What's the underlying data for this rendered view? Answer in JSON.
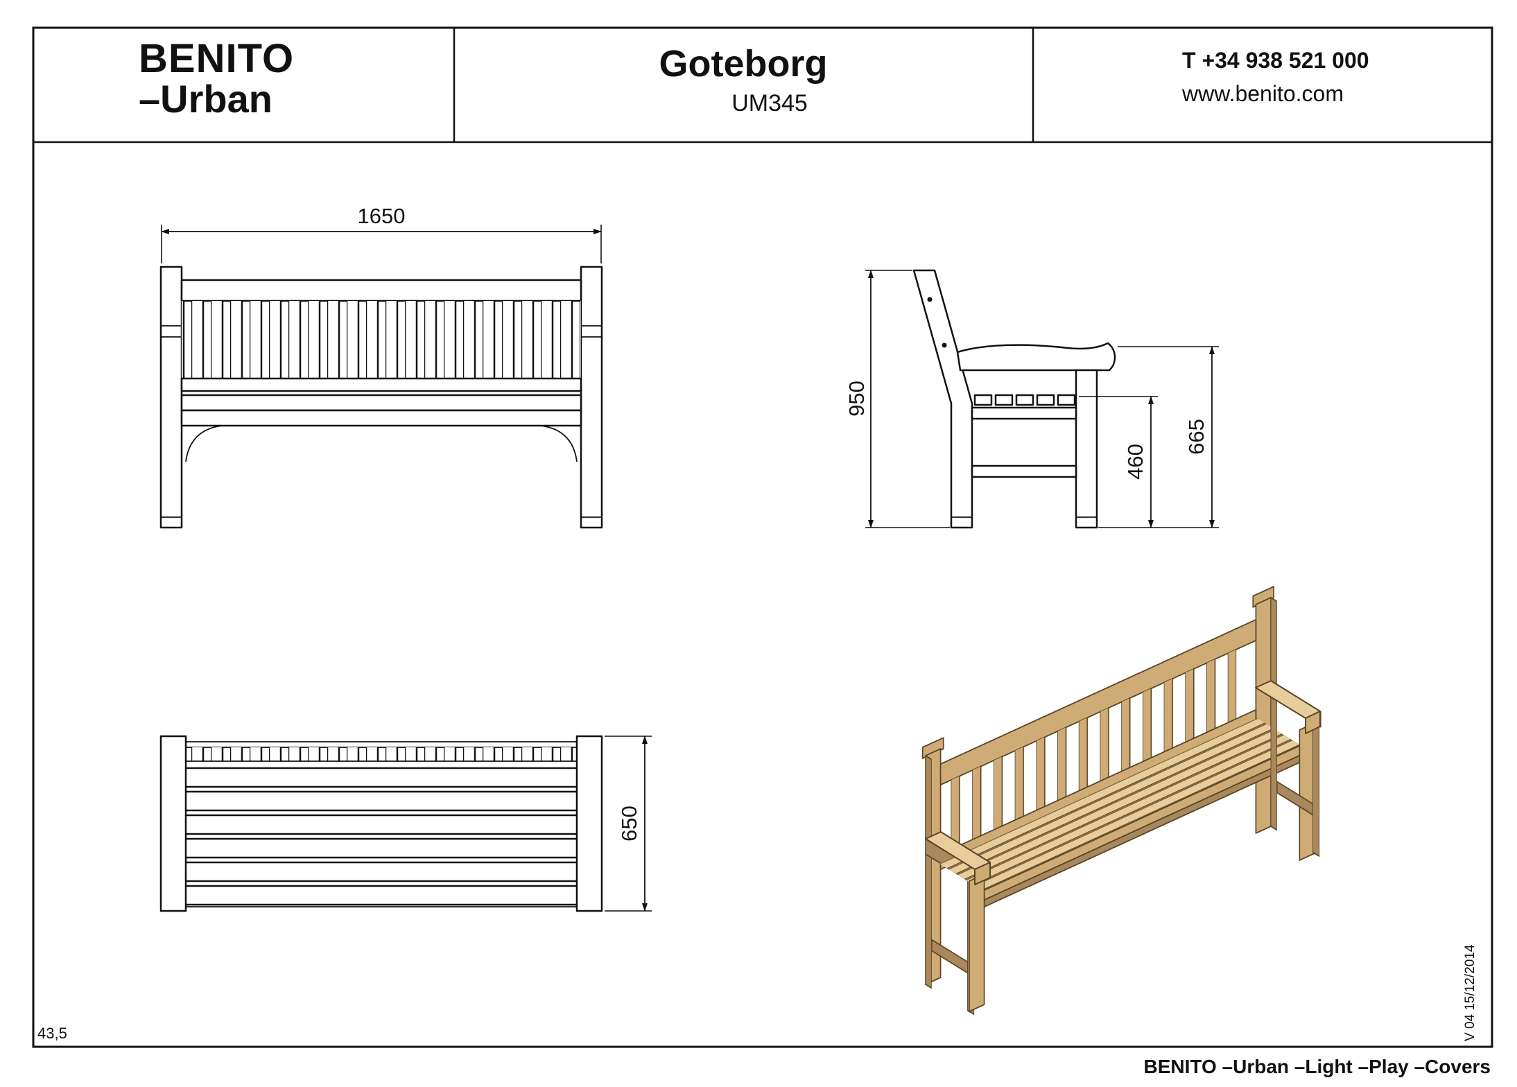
{
  "header": {
    "brand_line1": "BENITO",
    "brand_line2": "–Urban",
    "product_name": "Goteborg",
    "product_code": "UM345",
    "phone": "T +34 938 521 000",
    "website": "www.benito.com"
  },
  "views": {
    "front": {
      "dim_width": "1650"
    },
    "side": {
      "dim_total_height": "950",
      "dim_seat_height": "460",
      "dim_arm_height": "665"
    },
    "top": {
      "dim_depth": "650"
    }
  },
  "footer": {
    "left_note": "43,5",
    "version": "V 04 15/12/2014",
    "tagline": "BENITO –Urban –Light –Play –Covers"
  },
  "colors": {
    "line": "#111111",
    "wood_light": "#e7cd9b",
    "wood_mid": "#cfab76",
    "wood_dark": "#a8885c",
    "wood_deep": "#8a6c45",
    "wood_line": "#5a4526"
  }
}
